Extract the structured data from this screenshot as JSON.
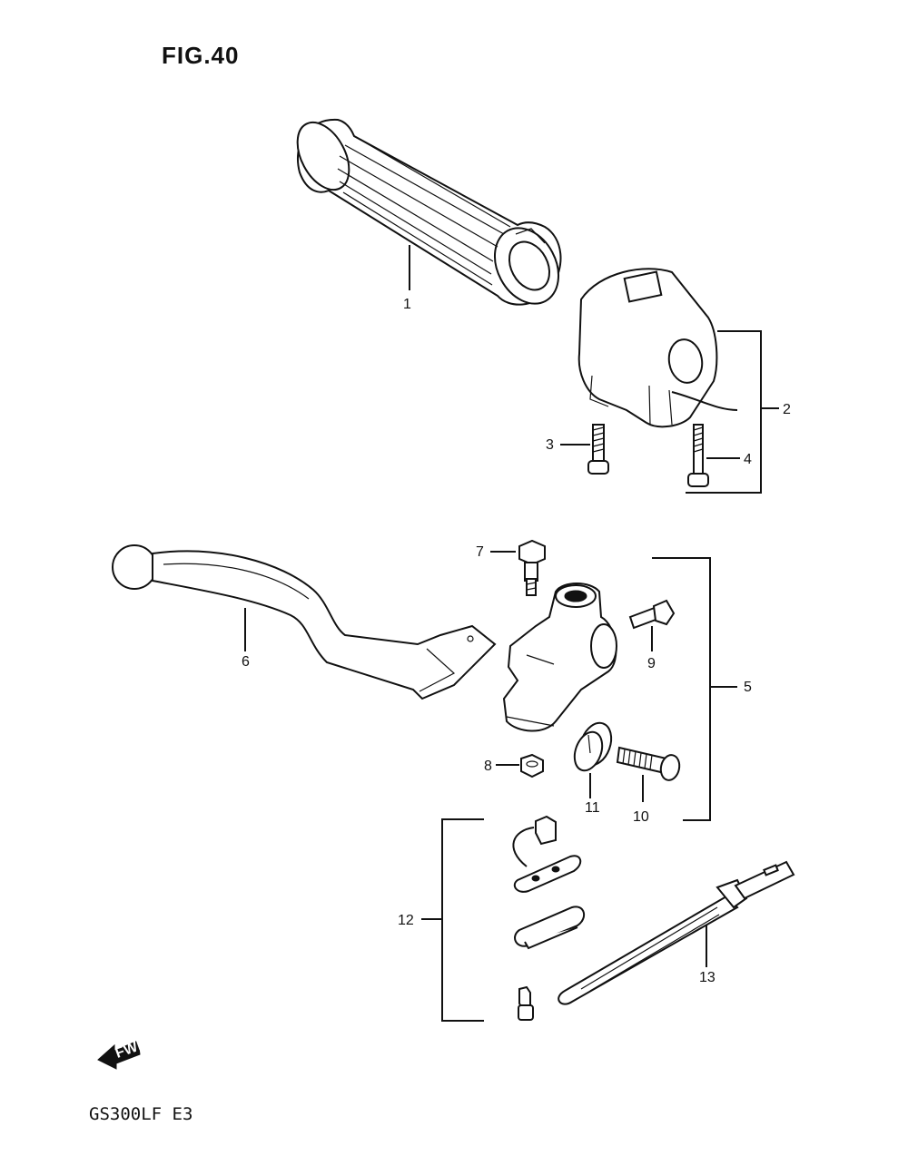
{
  "figure": {
    "title": "FIG.40",
    "model_code": "GS300LF  E3",
    "fwd_label": "FWD"
  },
  "callouts": [
    "1",
    "2",
    "3",
    "4",
    "5",
    "6",
    "7",
    "8",
    "9",
    "10",
    "11",
    "12",
    "13"
  ]
}
